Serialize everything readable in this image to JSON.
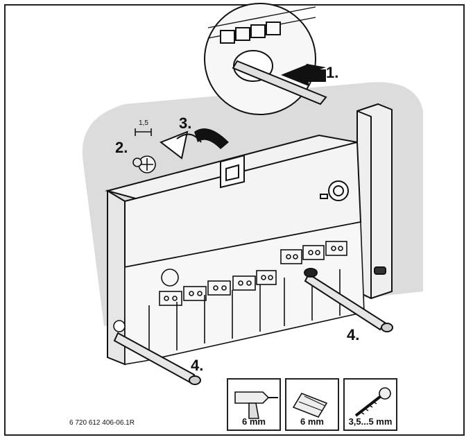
{
  "steps": {
    "s1": "1.",
    "s2": "2.",
    "s3": "3.",
    "s4a": "4.",
    "s4b": "4."
  },
  "dimension_label": "1,5",
  "tools": [
    {
      "name": "drill",
      "label": "6 mm"
    },
    {
      "name": "wall-plug",
      "label": "6 mm"
    },
    {
      "name": "screw",
      "label": "3,5...5 mm"
    }
  ],
  "figure_code": "6 720 612 406-06.1R",
  "colors": {
    "ink": "#111111",
    "shade": "#d8d8d8",
    "body": "#ececec"
  }
}
